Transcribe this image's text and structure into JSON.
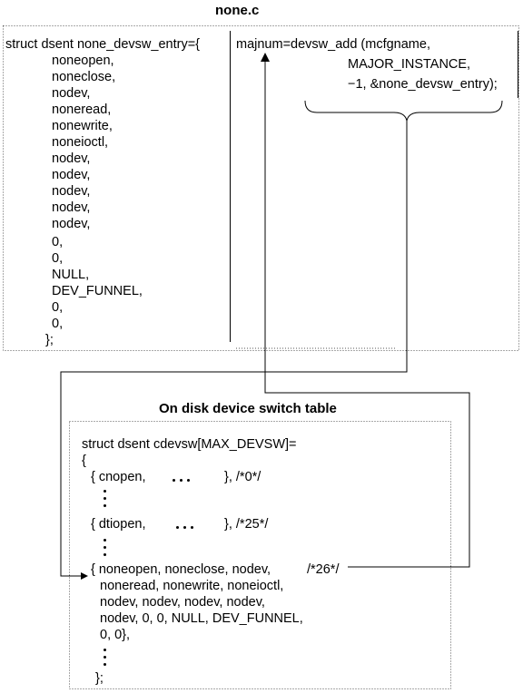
{
  "top_section": {
    "title": "none.c",
    "struct_lines": [
      "struct dsent none_devsw_entry={",
      "noneopen,",
      "noneclose,",
      "nodev,",
      "noneread,",
      "nonewrite,",
      "noneioctl,",
      "nodev,",
      "nodev,",
      "nodev,",
      "nodev,",
      "nodev,",
      "0,",
      "0,",
      "NULL,",
      "DEV_FUNNEL,",
      "0,",
      "0,",
      "};"
    ],
    "call_lines": [
      "majnum=devsw_add (mcfgname,",
      "MAJOR_INSTANCE,",
      "−1, &none_devsw_entry);"
    ]
  },
  "bottom_section": {
    "title": "On disk device switch table",
    "lines": [
      "struct dsent cdevsw[MAX_DEVSW]=",
      "{",
      "{ cnopen,",
      "}, /*0*/",
      "{ dtiopen,",
      "}, /*25*/",
      "{ noneopen, noneclose, nodev,",
      "/*26*/",
      "noneread, nonewrite, noneioctl,",
      "nodev, nodev, nodev, nodev,",
      "nodev, 0, 0, NULL, DEV_FUNNEL,",
      "0, 0},",
      "};"
    ]
  }
}
